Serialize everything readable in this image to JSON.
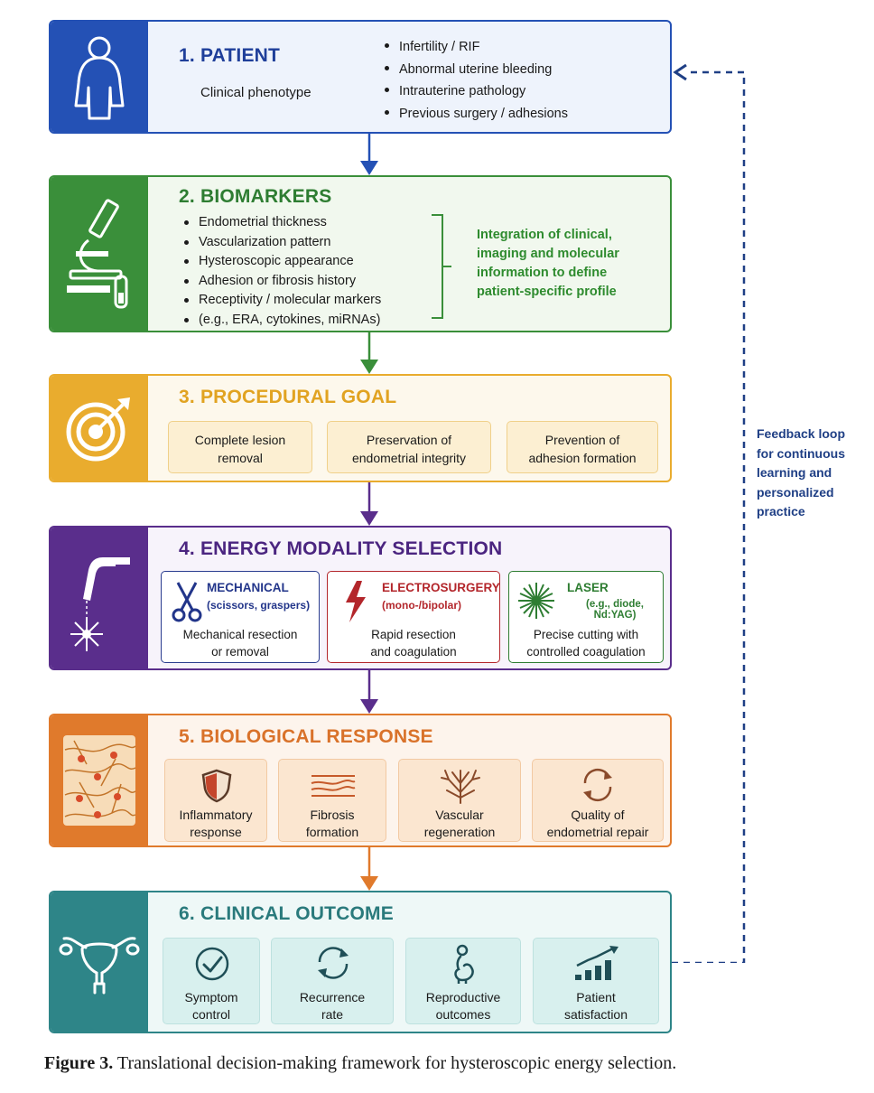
{
  "colors": {
    "patient": "#2451b5",
    "biomarkers": "#3a8f3a",
    "goal": "#e9ac2e",
    "energy": "#5a2e8c",
    "response": "#e07a2c",
    "outcome": "#2e8588",
    "feedback": "#1f3f85"
  },
  "patient": {
    "title": "1. PATIENT",
    "subtitle": "Clinical phenotype",
    "icon": "patient-icon",
    "items": [
      "Infertility / RIF",
      "Abnormal uterine bleeding",
      "Intrauterine pathology",
      "Previous surgery / adhesions"
    ]
  },
  "biomarkers": {
    "title": "2. BIOMARKERS",
    "icon": "microscope-icon",
    "items": [
      "Endometrial thickness",
      "Vascularization pattern",
      "Hysteroscopic appearance",
      "Adhesion or fibrosis history",
      "Receptivity / molecular markers"
    ],
    "items_extra": "(e.g., ERA, cytokines, miRNAs)",
    "integration": [
      "Integration of clinical,",
      "imaging and molecular",
      "information to define",
      "patient-specific profile"
    ]
  },
  "goal": {
    "title": "3. PROCEDURAL GOAL",
    "icon": "target-icon",
    "boxes": [
      [
        "Complete lesion",
        "removal"
      ],
      [
        "Preservation of",
        "endometrial integrity"
      ],
      [
        "Prevention of",
        "adhesion formation"
      ]
    ]
  },
  "energy": {
    "title": "4. ENERGY MODALITY SELECTION",
    "icon": "laser-probe-icon",
    "modalities": [
      {
        "name": "MECHANICAL",
        "detail": "(scissors, graspers)",
        "desc": [
          "Mechanical resection",
          "or removal"
        ],
        "icon": "scissors-icon",
        "color": "#22358a"
      },
      {
        "name": "ELECTROSURGERY",
        "detail": "(mono-/bipolar)",
        "desc": [
          "Rapid resection",
          "and coagulation"
        ],
        "icon": "lightning-icon",
        "color": "#b3262b"
      },
      {
        "name": "LASER",
        "detail": "(e.g., diode, Nd:YAG)",
        "desc": [
          "Precise cutting with",
          "controlled coagulation"
        ],
        "icon": "laser-burst-icon",
        "color": "#2e7d32"
      }
    ]
  },
  "response": {
    "title": "5. BIOLOGICAL RESPONSE",
    "icon": "tissue-icon",
    "items": [
      {
        "label": [
          "Inflammatory",
          "response"
        ],
        "icon": "shield-icon"
      },
      {
        "label": [
          "Fibrosis",
          "formation"
        ],
        "icon": "fibrosis-icon"
      },
      {
        "label": [
          "Vascular",
          "regeneration"
        ],
        "icon": "vessel-icon"
      },
      {
        "label": [
          "Quality of",
          "endometrial repair"
        ],
        "icon": "cycle-icon"
      }
    ]
  },
  "outcome": {
    "title": "6. CLINICAL OUTCOME",
    "icon": "uterus-icon",
    "items": [
      {
        "label": [
          "Symptom",
          "control"
        ],
        "icon": "check-icon"
      },
      {
        "label": [
          "Recurrence",
          "rate"
        ],
        "icon": "recurrence-icon"
      },
      {
        "label": [
          "Reproductive",
          "outcomes"
        ],
        "icon": "pregnancy-icon"
      },
      {
        "label": [
          "Patient",
          "satisfaction"
        ],
        "icon": "growth-chart-icon"
      }
    ]
  },
  "feedback": {
    "lines": [
      "Feedback loop",
      "for continuous",
      "learning and",
      "personalized",
      "practice"
    ]
  },
  "caption": {
    "label": "Figure 3.",
    "text": " Translational decision-making framework for hysteroscopic energy selection."
  }
}
